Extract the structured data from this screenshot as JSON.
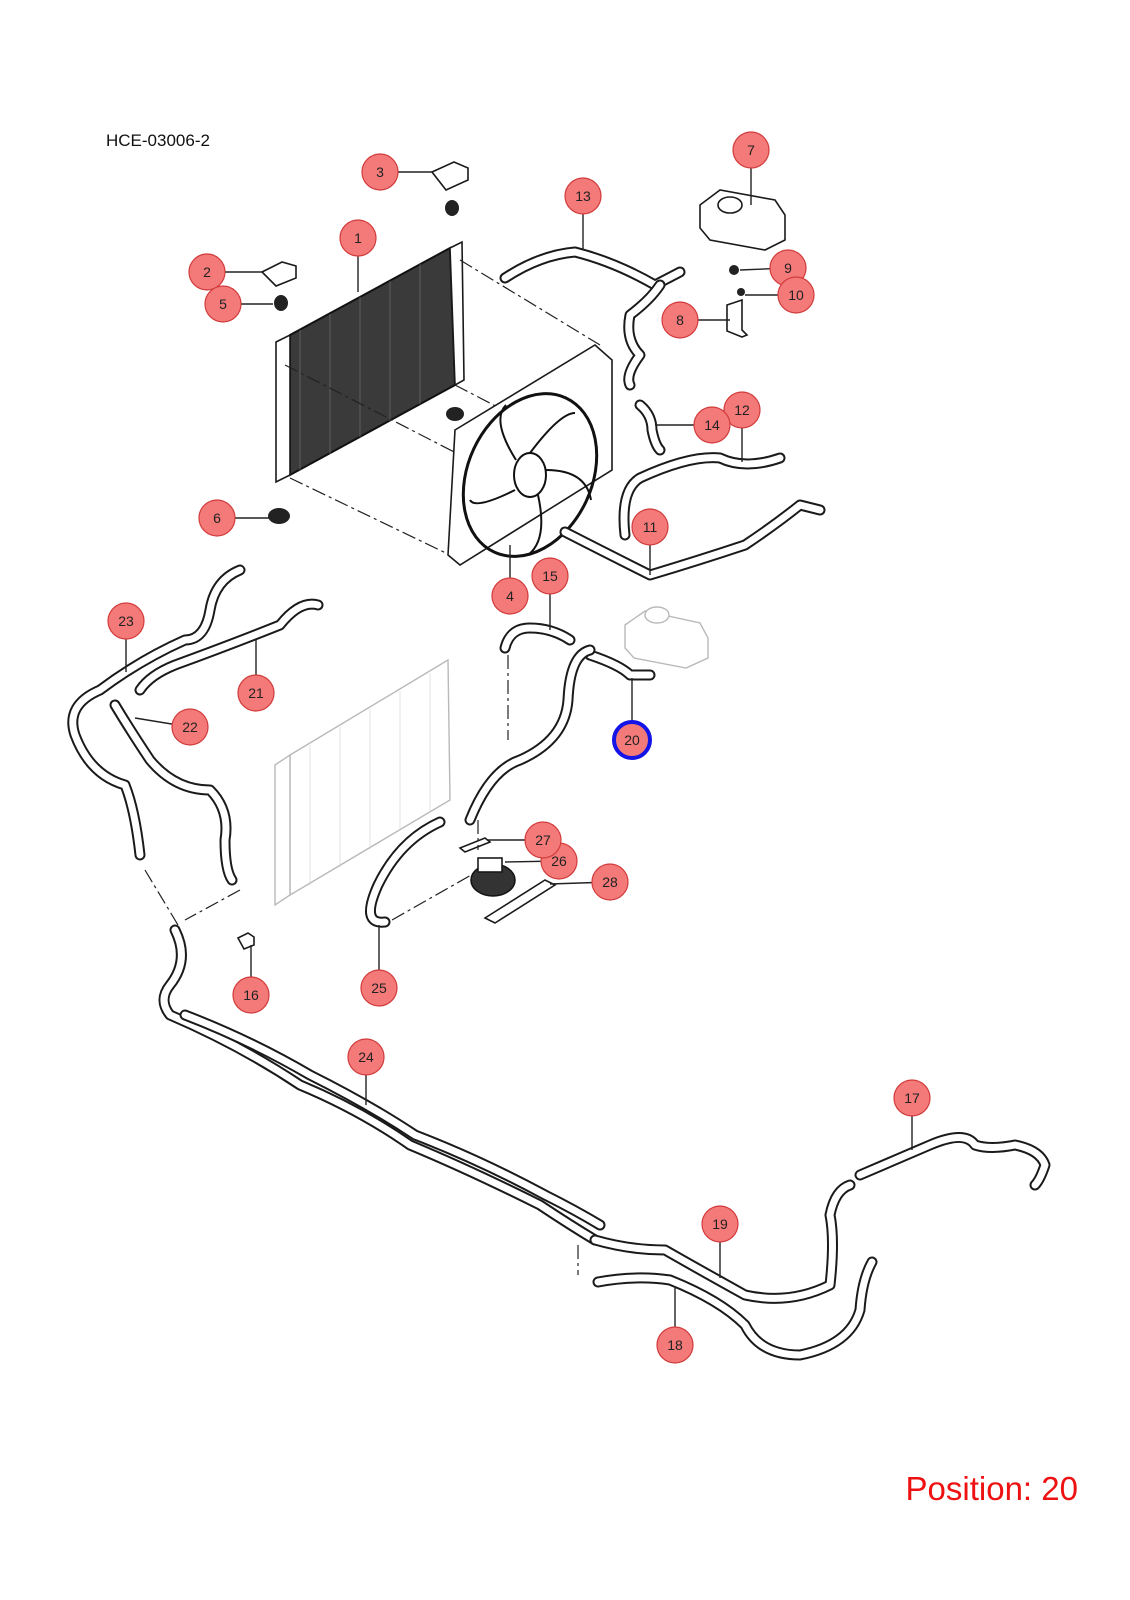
{
  "header": {
    "doc_code": "HCE-03006-2"
  },
  "footer": {
    "position_prefix": "Position:",
    "position_value": "20"
  },
  "selected_callout": "20",
  "colors": {
    "callout_fill": "#f47a7a",
    "callout_stroke": "#d23b3b",
    "selected_ring": "#1414e6",
    "position_text": "#ee1111"
  },
  "callouts": [
    "1",
    "2",
    "3",
    "4",
    "5",
    "6",
    "7",
    "8",
    "9",
    "10",
    "11",
    "12",
    "13",
    "14",
    "15",
    "16",
    "17",
    "18",
    "19",
    "20",
    "21",
    "22",
    "23",
    "24",
    "25",
    "26",
    "27",
    "28"
  ]
}
